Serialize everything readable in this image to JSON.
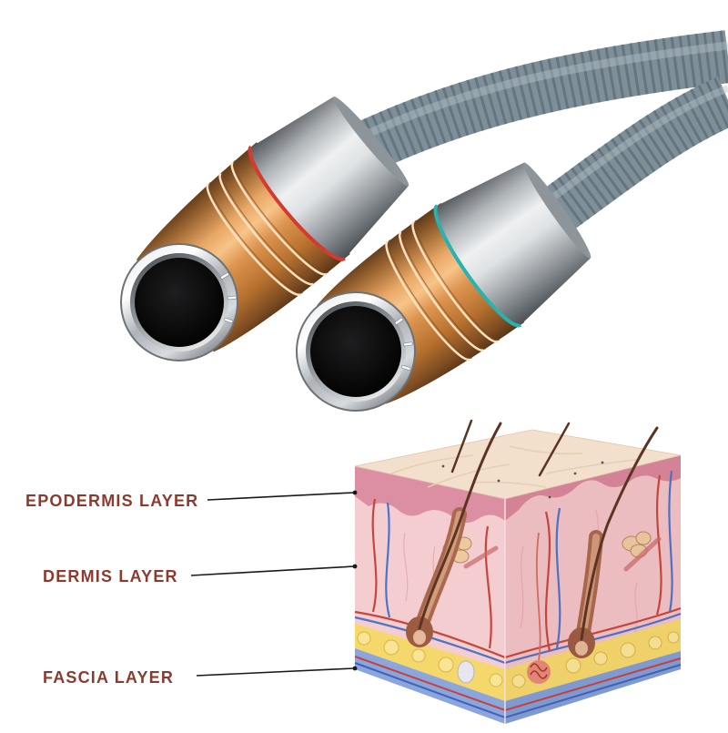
{
  "diagram": {
    "labels": {
      "epidermis": "EPODERMIS LAYER",
      "dermis": "DERMIS LAYER",
      "fascia": "FASCIA LAYER"
    }
  },
  "colors": {
    "label_text": "#8c3a2e",
    "copper_body": "#e0a062",
    "silver_collar": "#c9cdd1",
    "cable": "#7f8f99",
    "left_handpiece_ring": "#d53a2e",
    "right_handpiece_ring": "#27b3b0",
    "lens": "#0b0b0c"
  }
}
